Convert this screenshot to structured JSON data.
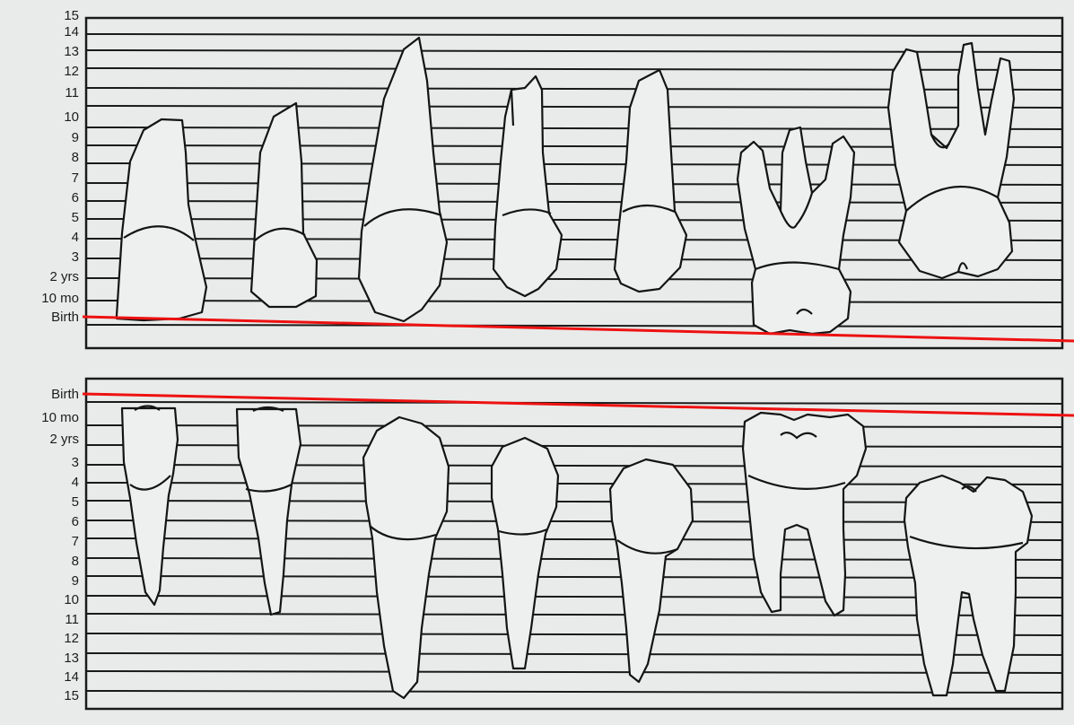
{
  "upper_labels": [
    "15",
    "14",
    "13",
    "12",
    "11",
    "10",
    "9",
    "8",
    "7",
    "6",
    "5",
    "4",
    "3",
    "2 yrs",
    "10 mo",
    "Birth"
  ],
  "lower_labels": [
    "Birth",
    "10 mo",
    "2 yrs",
    "3",
    "4",
    "5",
    "6",
    "7",
    "8",
    "9",
    "10",
    "11",
    "12",
    "13",
    "14",
    "15"
  ],
  "colors": {
    "paper": "#e9ebea",
    "ink": "#141414",
    "tooth_fill": "#eef0ef",
    "reference_line": "#ee1111"
  },
  "upper_teeth": [
    "central-incisor",
    "lateral-incisor",
    "canine",
    "first-premolar",
    "second-premolar",
    "first-molar",
    "second-molar"
  ],
  "lower_teeth": [
    "central-incisor",
    "lateral-incisor",
    "canine",
    "first-premolar",
    "second-premolar",
    "first-molar",
    "second-molar"
  ]
}
